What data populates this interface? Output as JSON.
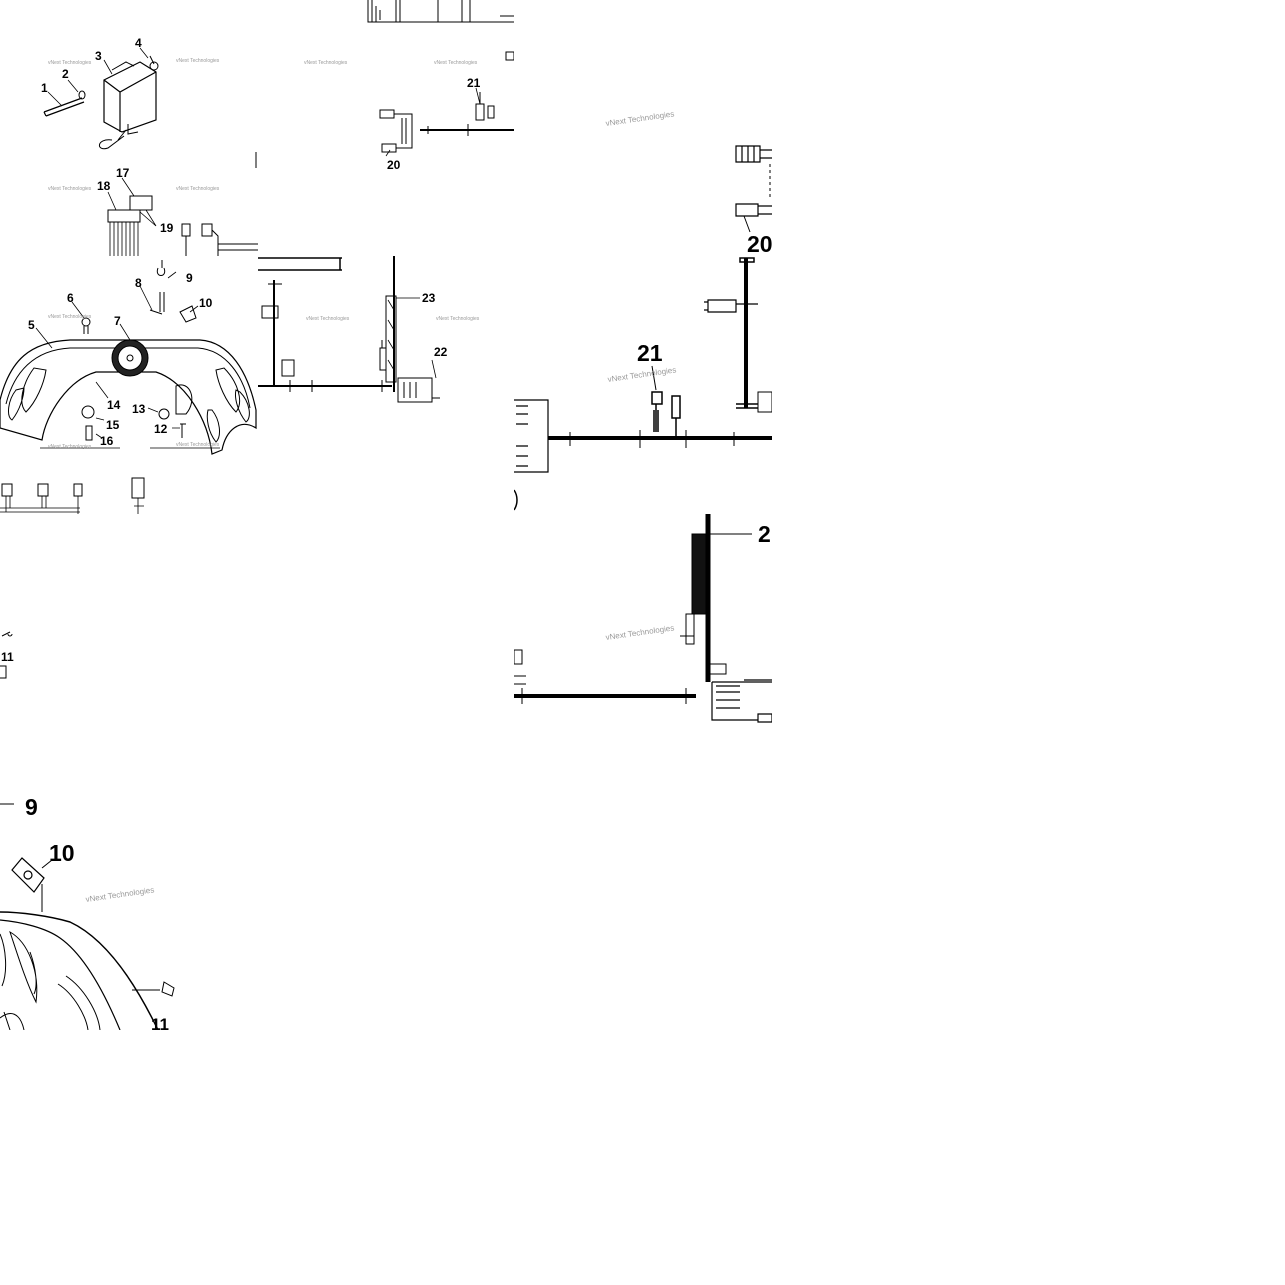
{
  "watermark": "vNext Technologies",
  "labels": {
    "c1": "1",
    "c2": "2",
    "c3": "3",
    "c4": "4",
    "c5": "5",
    "c6": "6",
    "c7": "7",
    "c8": "8",
    "c9": "9",
    "c10": "10",
    "c11": "11",
    "c12": "12",
    "c13": "13",
    "c14": "14",
    "c15": "15",
    "c16": "16",
    "c17": "17",
    "c18": "18",
    "c19": "19",
    "c20": "20",
    "c21": "21",
    "c22": "22",
    "c23": "23",
    "c23_partial": "2"
  },
  "colors": {
    "line": "#000000",
    "watermark": "#9a9a9a",
    "background": "#ffffff"
  }
}
